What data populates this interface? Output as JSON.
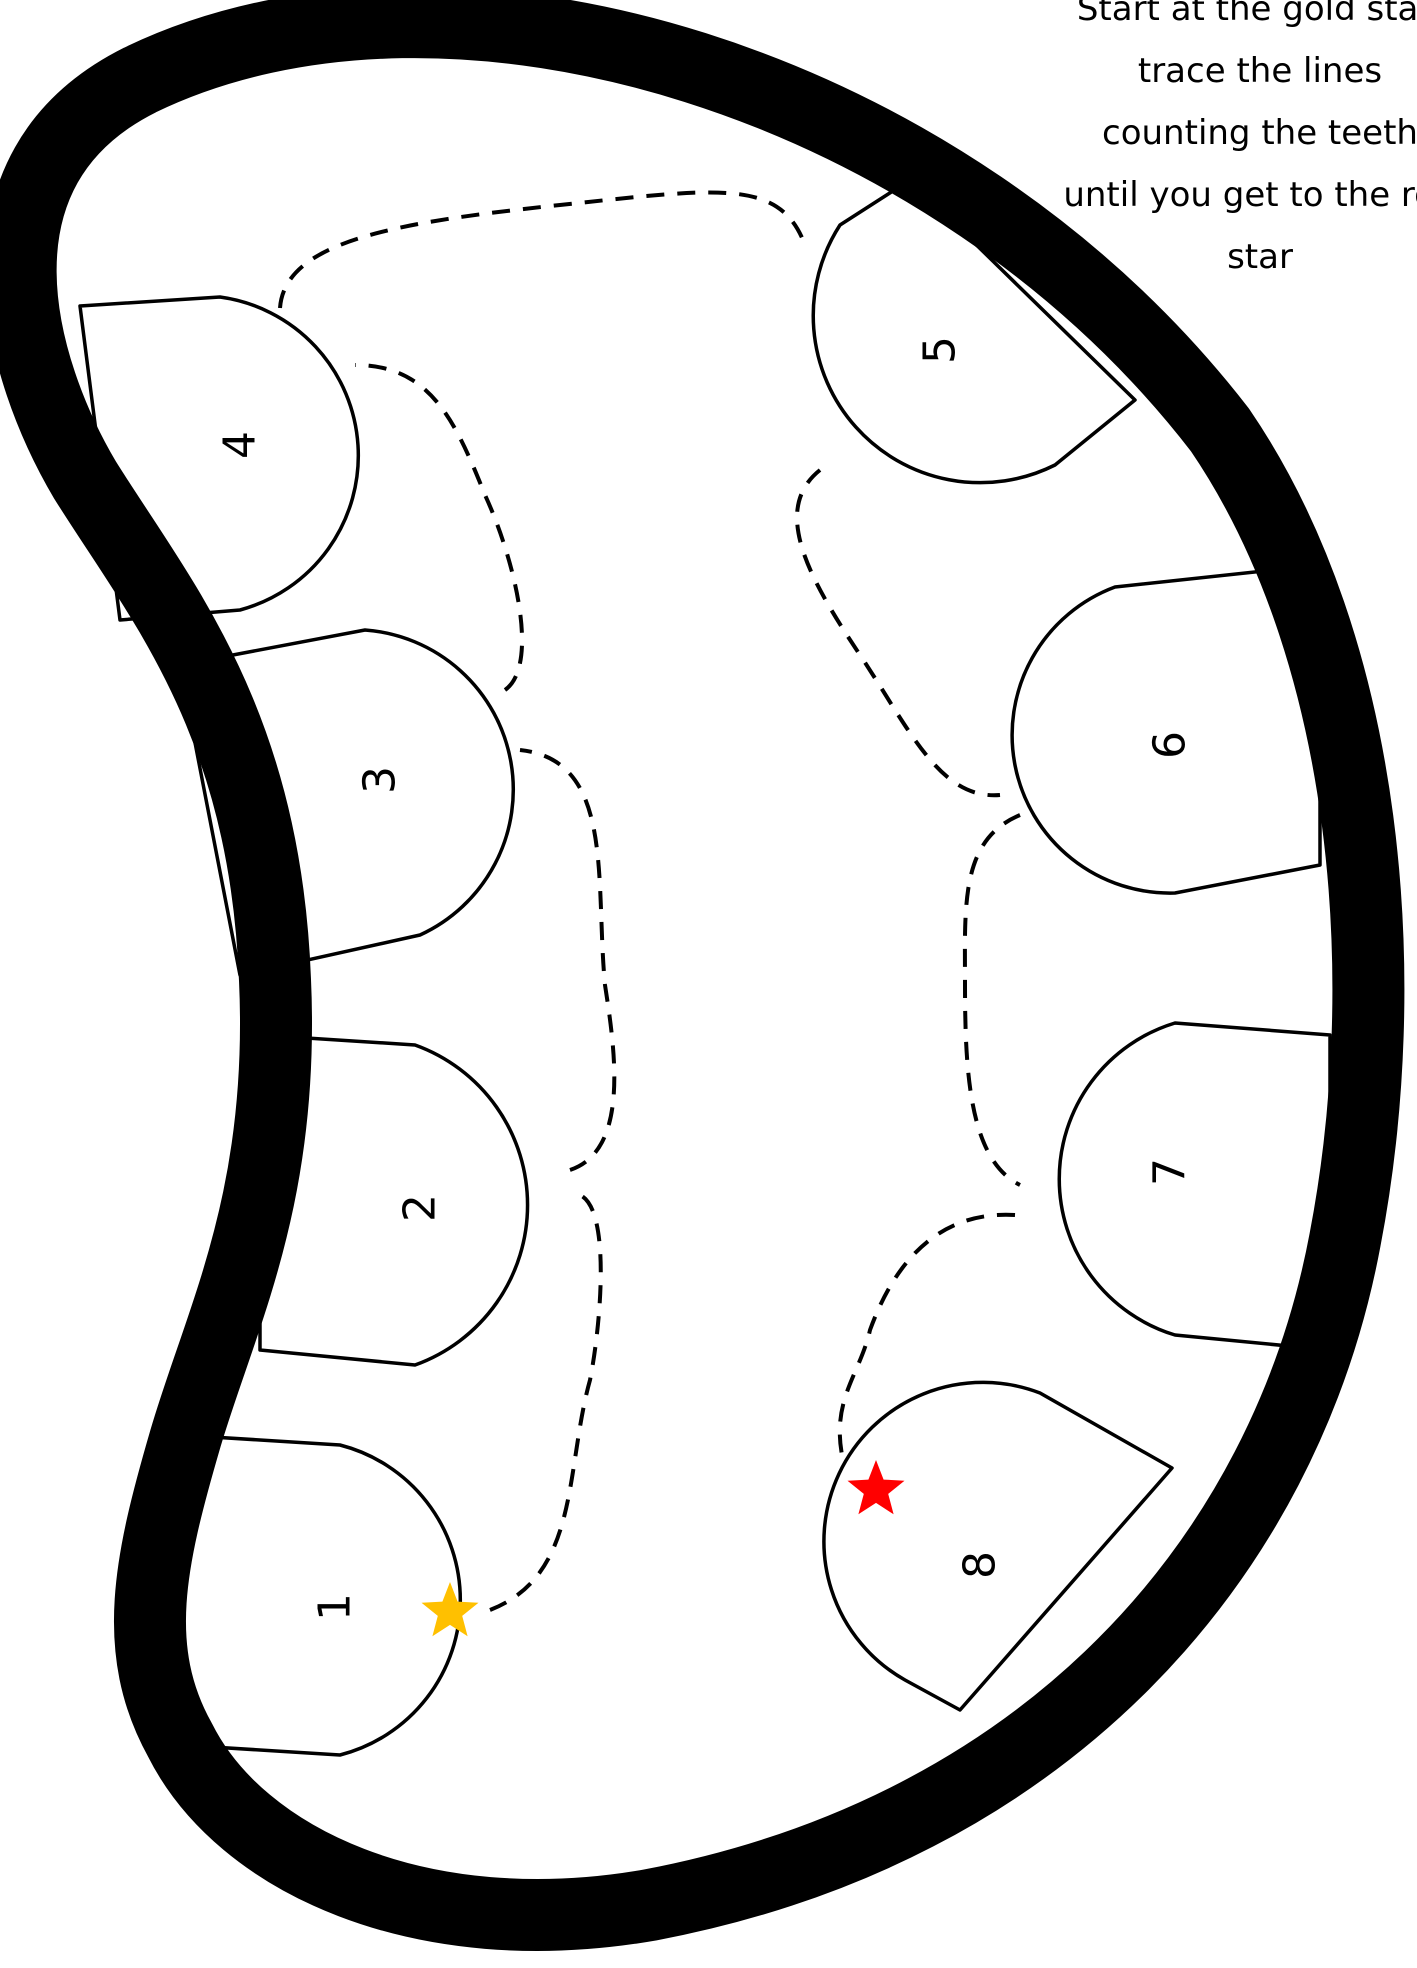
{
  "instructions": "Start at the gold star, trace the lines counting the teeth until you get to the red star",
  "teeth": [
    {
      "number": "1"
    },
    {
      "number": "2"
    },
    {
      "number": "3"
    },
    {
      "number": "4"
    },
    {
      "number": "5"
    },
    {
      "number": "6"
    },
    {
      "number": "7"
    },
    {
      "number": "8"
    }
  ],
  "colors": {
    "gold_star": "#FFC000",
    "red_star": "#FF0000",
    "outline": "#000000",
    "background": "#FFFFFF"
  },
  "icons": {
    "start": "gold-star-icon",
    "finish": "red-star-icon"
  }
}
